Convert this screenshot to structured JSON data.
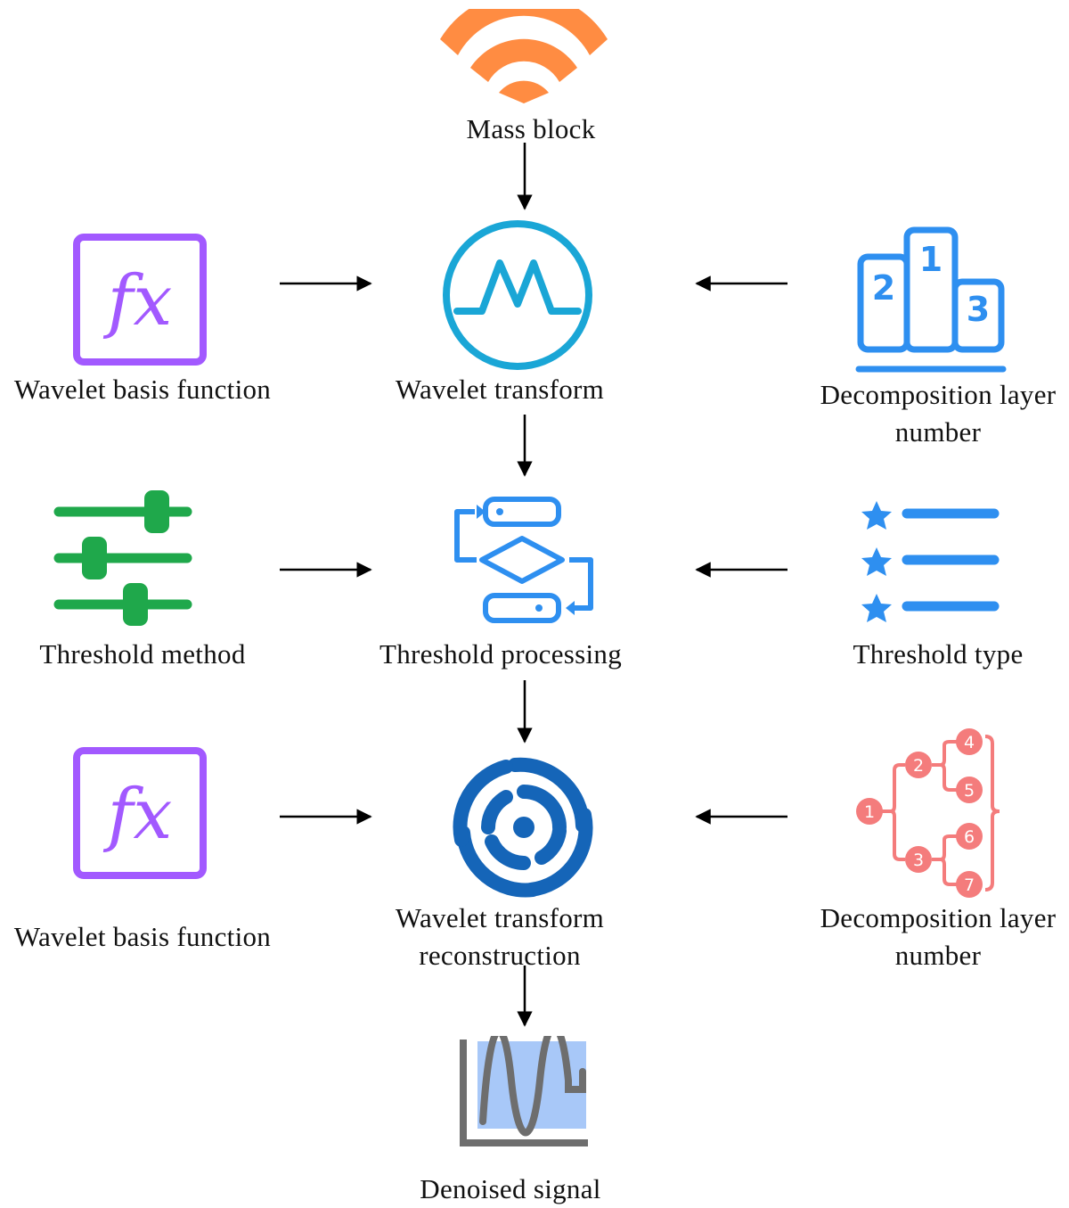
{
  "nodes": {
    "mass_block": "Mass block",
    "wavelet_transform": "Wavelet transform",
    "threshold_processing": "Threshold processing",
    "reconstruction_line1": "Wavelet transform",
    "reconstruction_line2": "reconstruction",
    "denoised_signal": "Denoised signal"
  },
  "inputs": {
    "basis_function_1": "Wavelet basis function",
    "decomposition_1_line1": "Decomposition layer",
    "decomposition_1_line2": "number",
    "threshold_method": "Threshold method",
    "threshold_type": "Threshold type",
    "basis_function_2": "Wavelet basis function",
    "decomposition_2_line1": "Decomposition layer",
    "decomposition_2_line2": "number"
  },
  "icon_text": {
    "fx_1": "fx",
    "fx_2": "fx",
    "podium_1": "1",
    "podium_2": "2",
    "podium_3": "3",
    "tree_1": "1",
    "tree_2": "2",
    "tree_3": "3",
    "tree_4": "4",
    "tree_5": "5",
    "tree_6": "6",
    "tree_7": "7"
  },
  "colors": {
    "orange": "#FF8C42",
    "purple": "#A259FF",
    "cyan": "#1AA6D6",
    "blue": "#2E8FF0",
    "green": "#1FA84B",
    "navy": "#1565B8",
    "salmon": "#F47C7C",
    "gray": "#6E6E6E",
    "light_blue": "#A8C8F8"
  }
}
